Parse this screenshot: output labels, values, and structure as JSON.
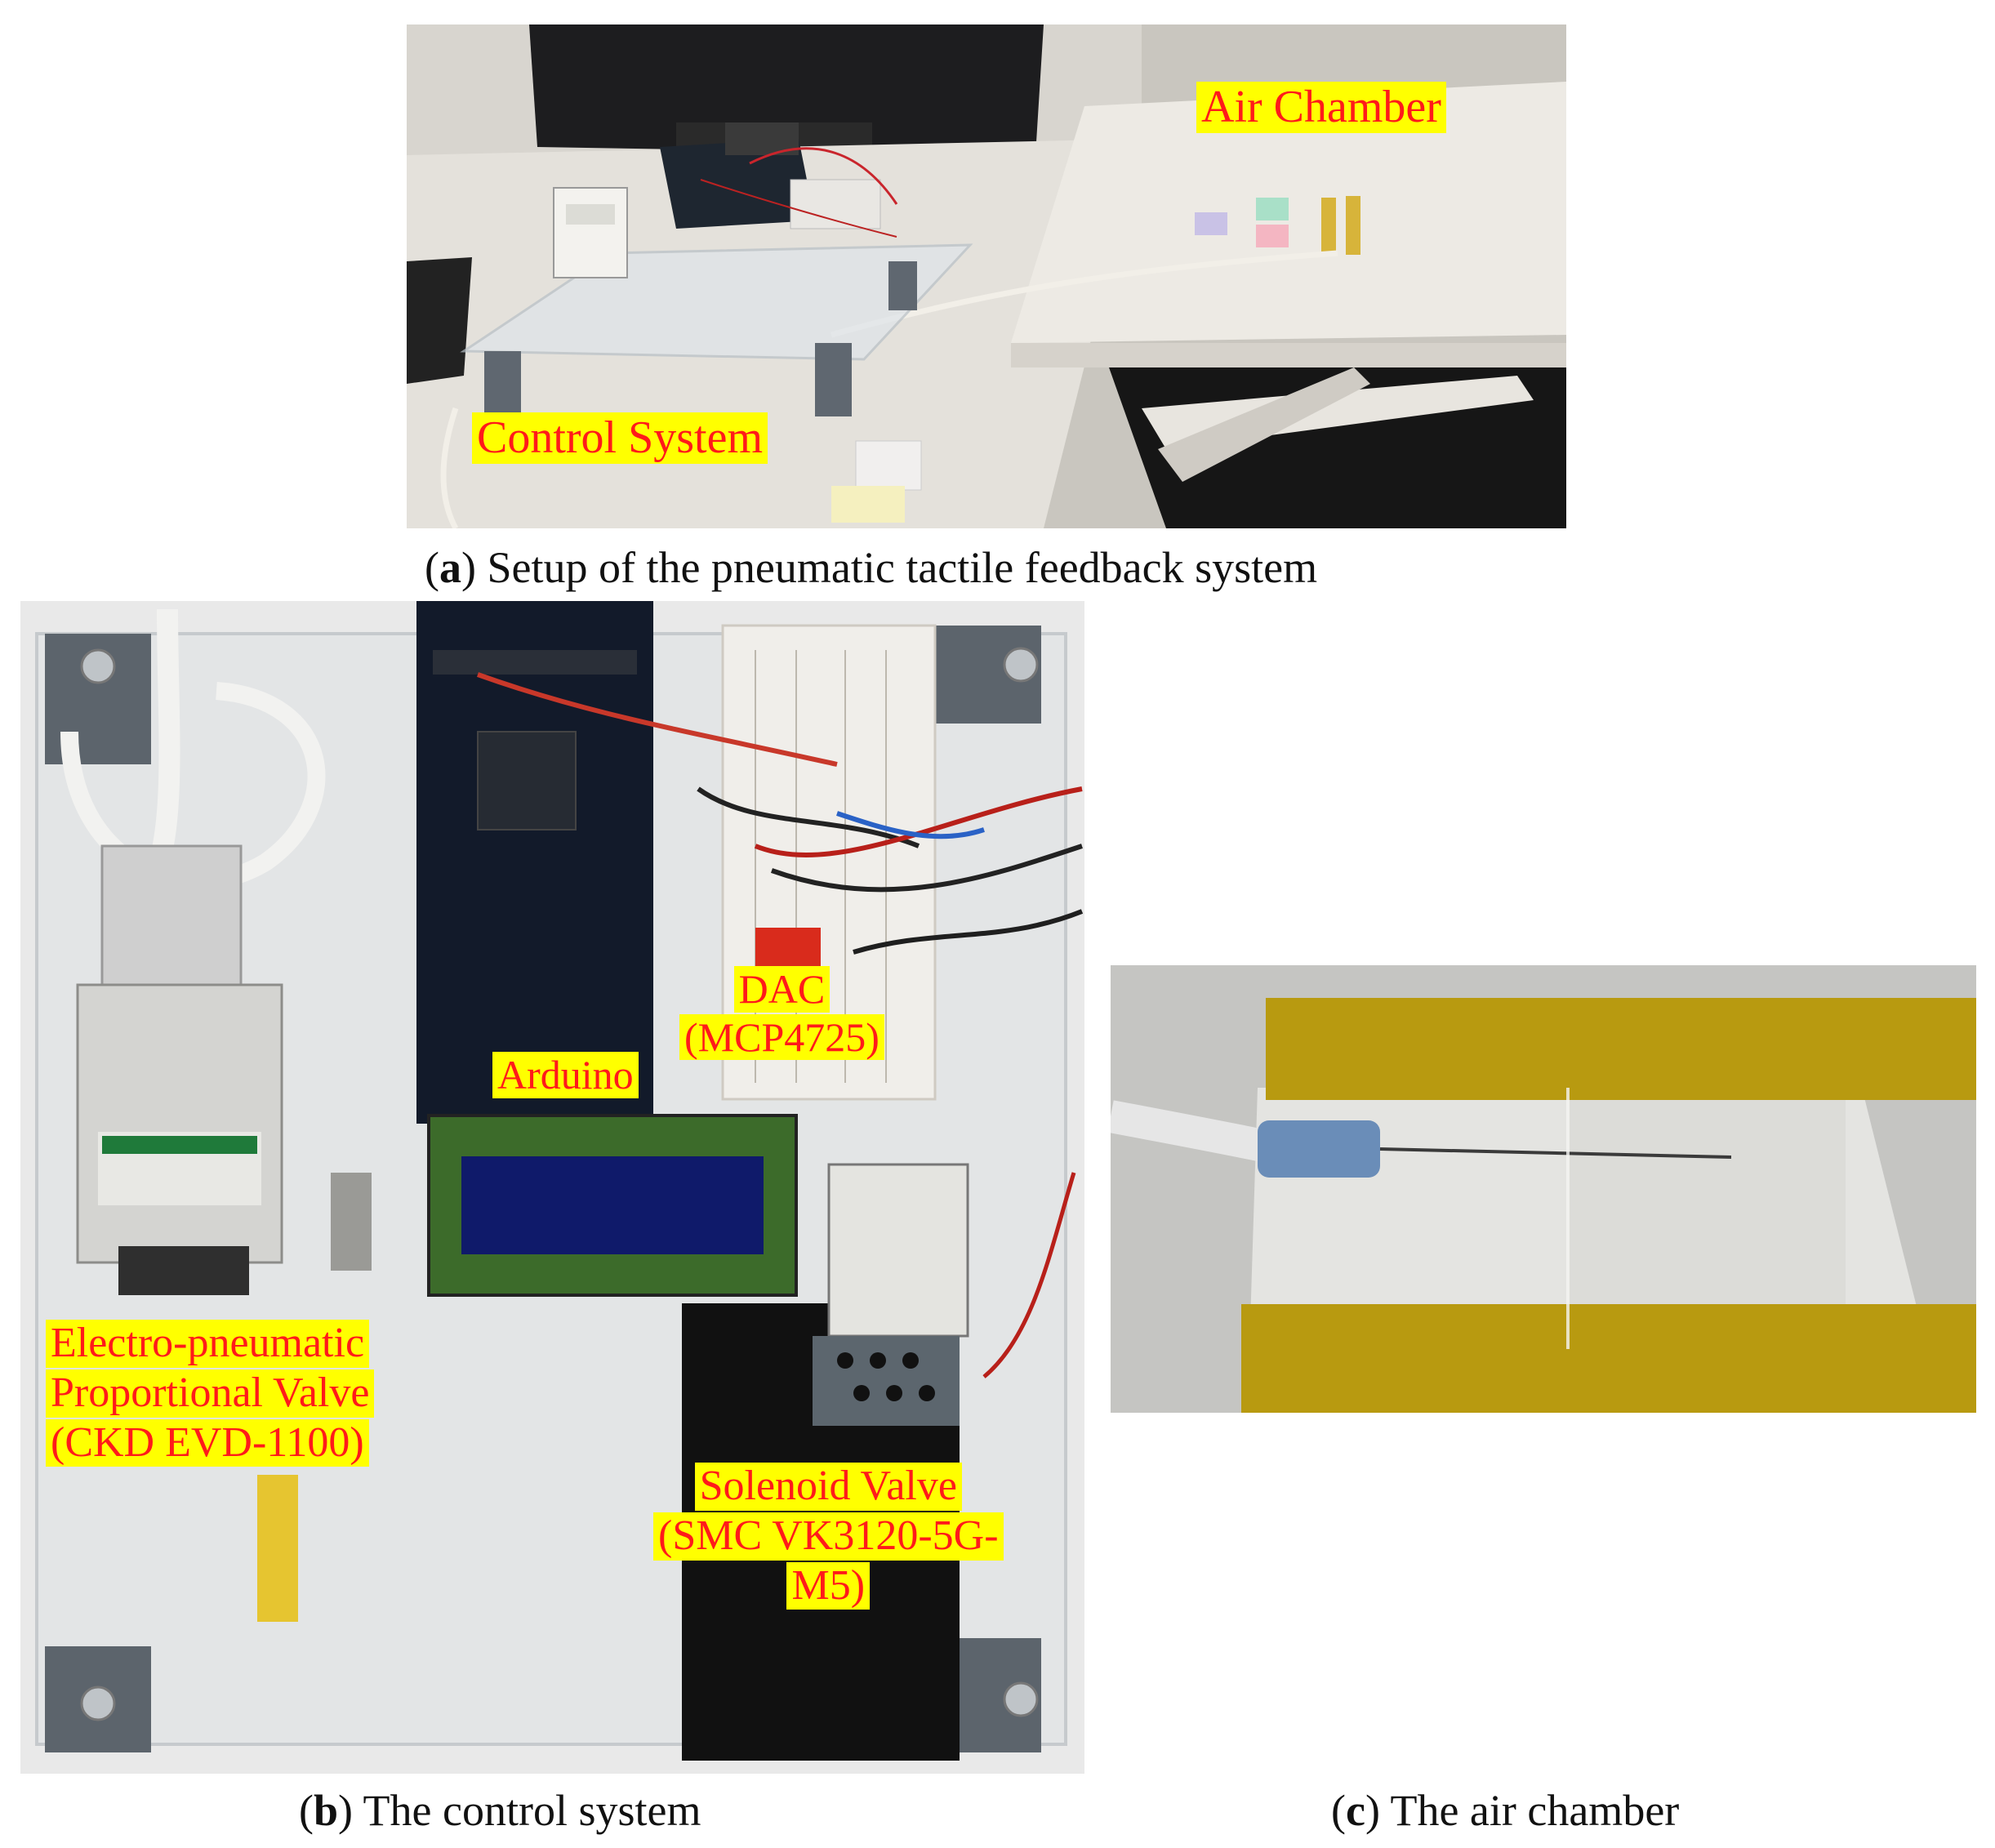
{
  "panel_a": {
    "caption_letter": "a",
    "caption_text": "Setup of the pneumatic tactile feedback system",
    "labels": {
      "air_chamber": "Air Chamber",
      "control_system": "Control System"
    }
  },
  "panel_b": {
    "caption_letter": "b",
    "caption_text": "The control system",
    "labels": {
      "arduino": "Arduino",
      "dac_line1": "DAC",
      "dac_line2": "(MCP4725)",
      "epv_line1": "Electro-pneumatic",
      "epv_line2": "Proportional Valve",
      "epv_line3": "(CKD EVD-1100)",
      "sol_line1": "Solenoid Valve",
      "sol_line2": "(SMC VK3120-5G-",
      "sol_line3": "M5)"
    }
  },
  "panel_c": {
    "caption_letter": "c",
    "caption_text": "The air chamber"
  },
  "colors": {
    "label_bg": "#ffff00",
    "label_text": "#ff1a1a",
    "tape": "#b89a10"
  }
}
